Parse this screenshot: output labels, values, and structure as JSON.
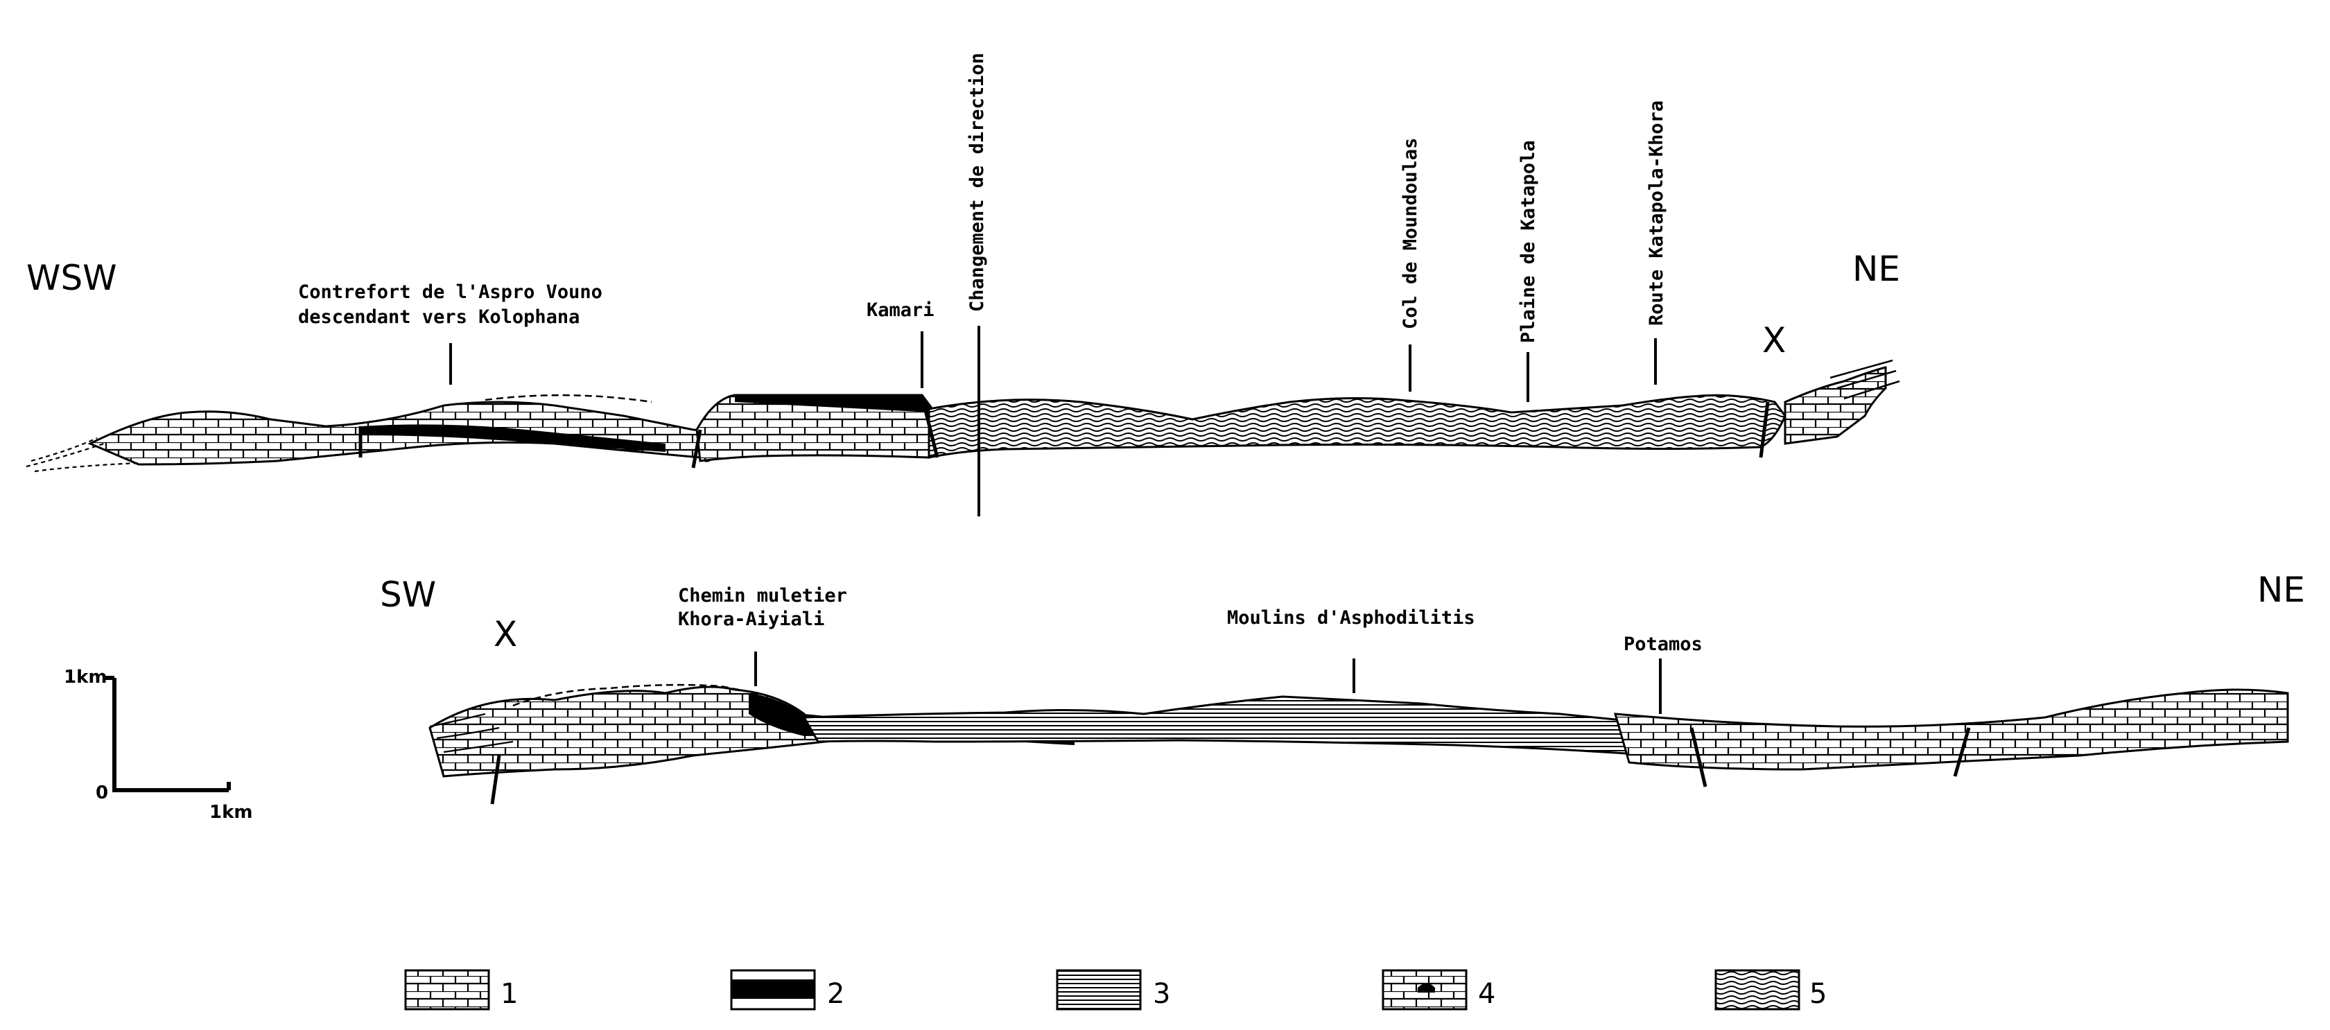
{
  "profile_1": {
    "dir_left": "WSW",
    "dir_right": "NE",
    "marker": "X",
    "labels": {
      "aspro_line1": "Contrefort de l'Aspro Vouno",
      "aspro_line2": "descendant vers Kolophana",
      "kamari": "Kamari",
      "changement": "Changement de direction",
      "moundoulas": "Col de Moundoulas",
      "katapola": "Plaine de Katapola",
      "route": "Route Katapola-Khora"
    }
  },
  "profile_2": {
    "dir_left": "SW",
    "dir_right": "NE",
    "marker": "X",
    "labels": {
      "chemin_line1": "Chemin muletier",
      "chemin_line2": "Khora-Aiyiali",
      "moulins": "Moulins d'Asphodilitis",
      "potamos": "Potamos"
    }
  },
  "scale": {
    "top": "1km",
    "zero": "0",
    "right": "1km"
  },
  "legend": [
    {
      "number": "1",
      "pattern": "limestone-blocks"
    },
    {
      "number": "2",
      "pattern": "black-layer"
    },
    {
      "number": "3",
      "pattern": "parallel-layers"
    },
    {
      "number": "4",
      "pattern": "limestone-with-fossil"
    },
    {
      "number": "5",
      "pattern": "wavy-schist"
    }
  ]
}
